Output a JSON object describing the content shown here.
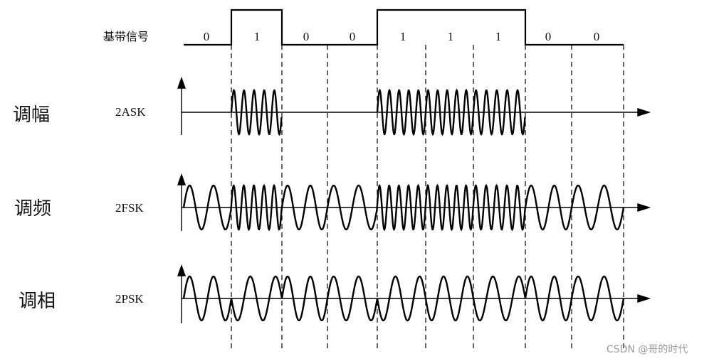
{
  "diagram": {
    "baseband_label": "基带信号",
    "bits": [
      "0",
      "1",
      "0",
      "0",
      "1",
      "1",
      "1",
      "0",
      "0"
    ],
    "rows": [
      {
        "cn": "调幅",
        "label": "2ASK"
      },
      {
        "cn": "调频",
        "label": "2FSK"
      },
      {
        "cn": "调相",
        "label": "2PSK"
      }
    ]
  },
  "watermark": "CSDN @哥的时代"
}
